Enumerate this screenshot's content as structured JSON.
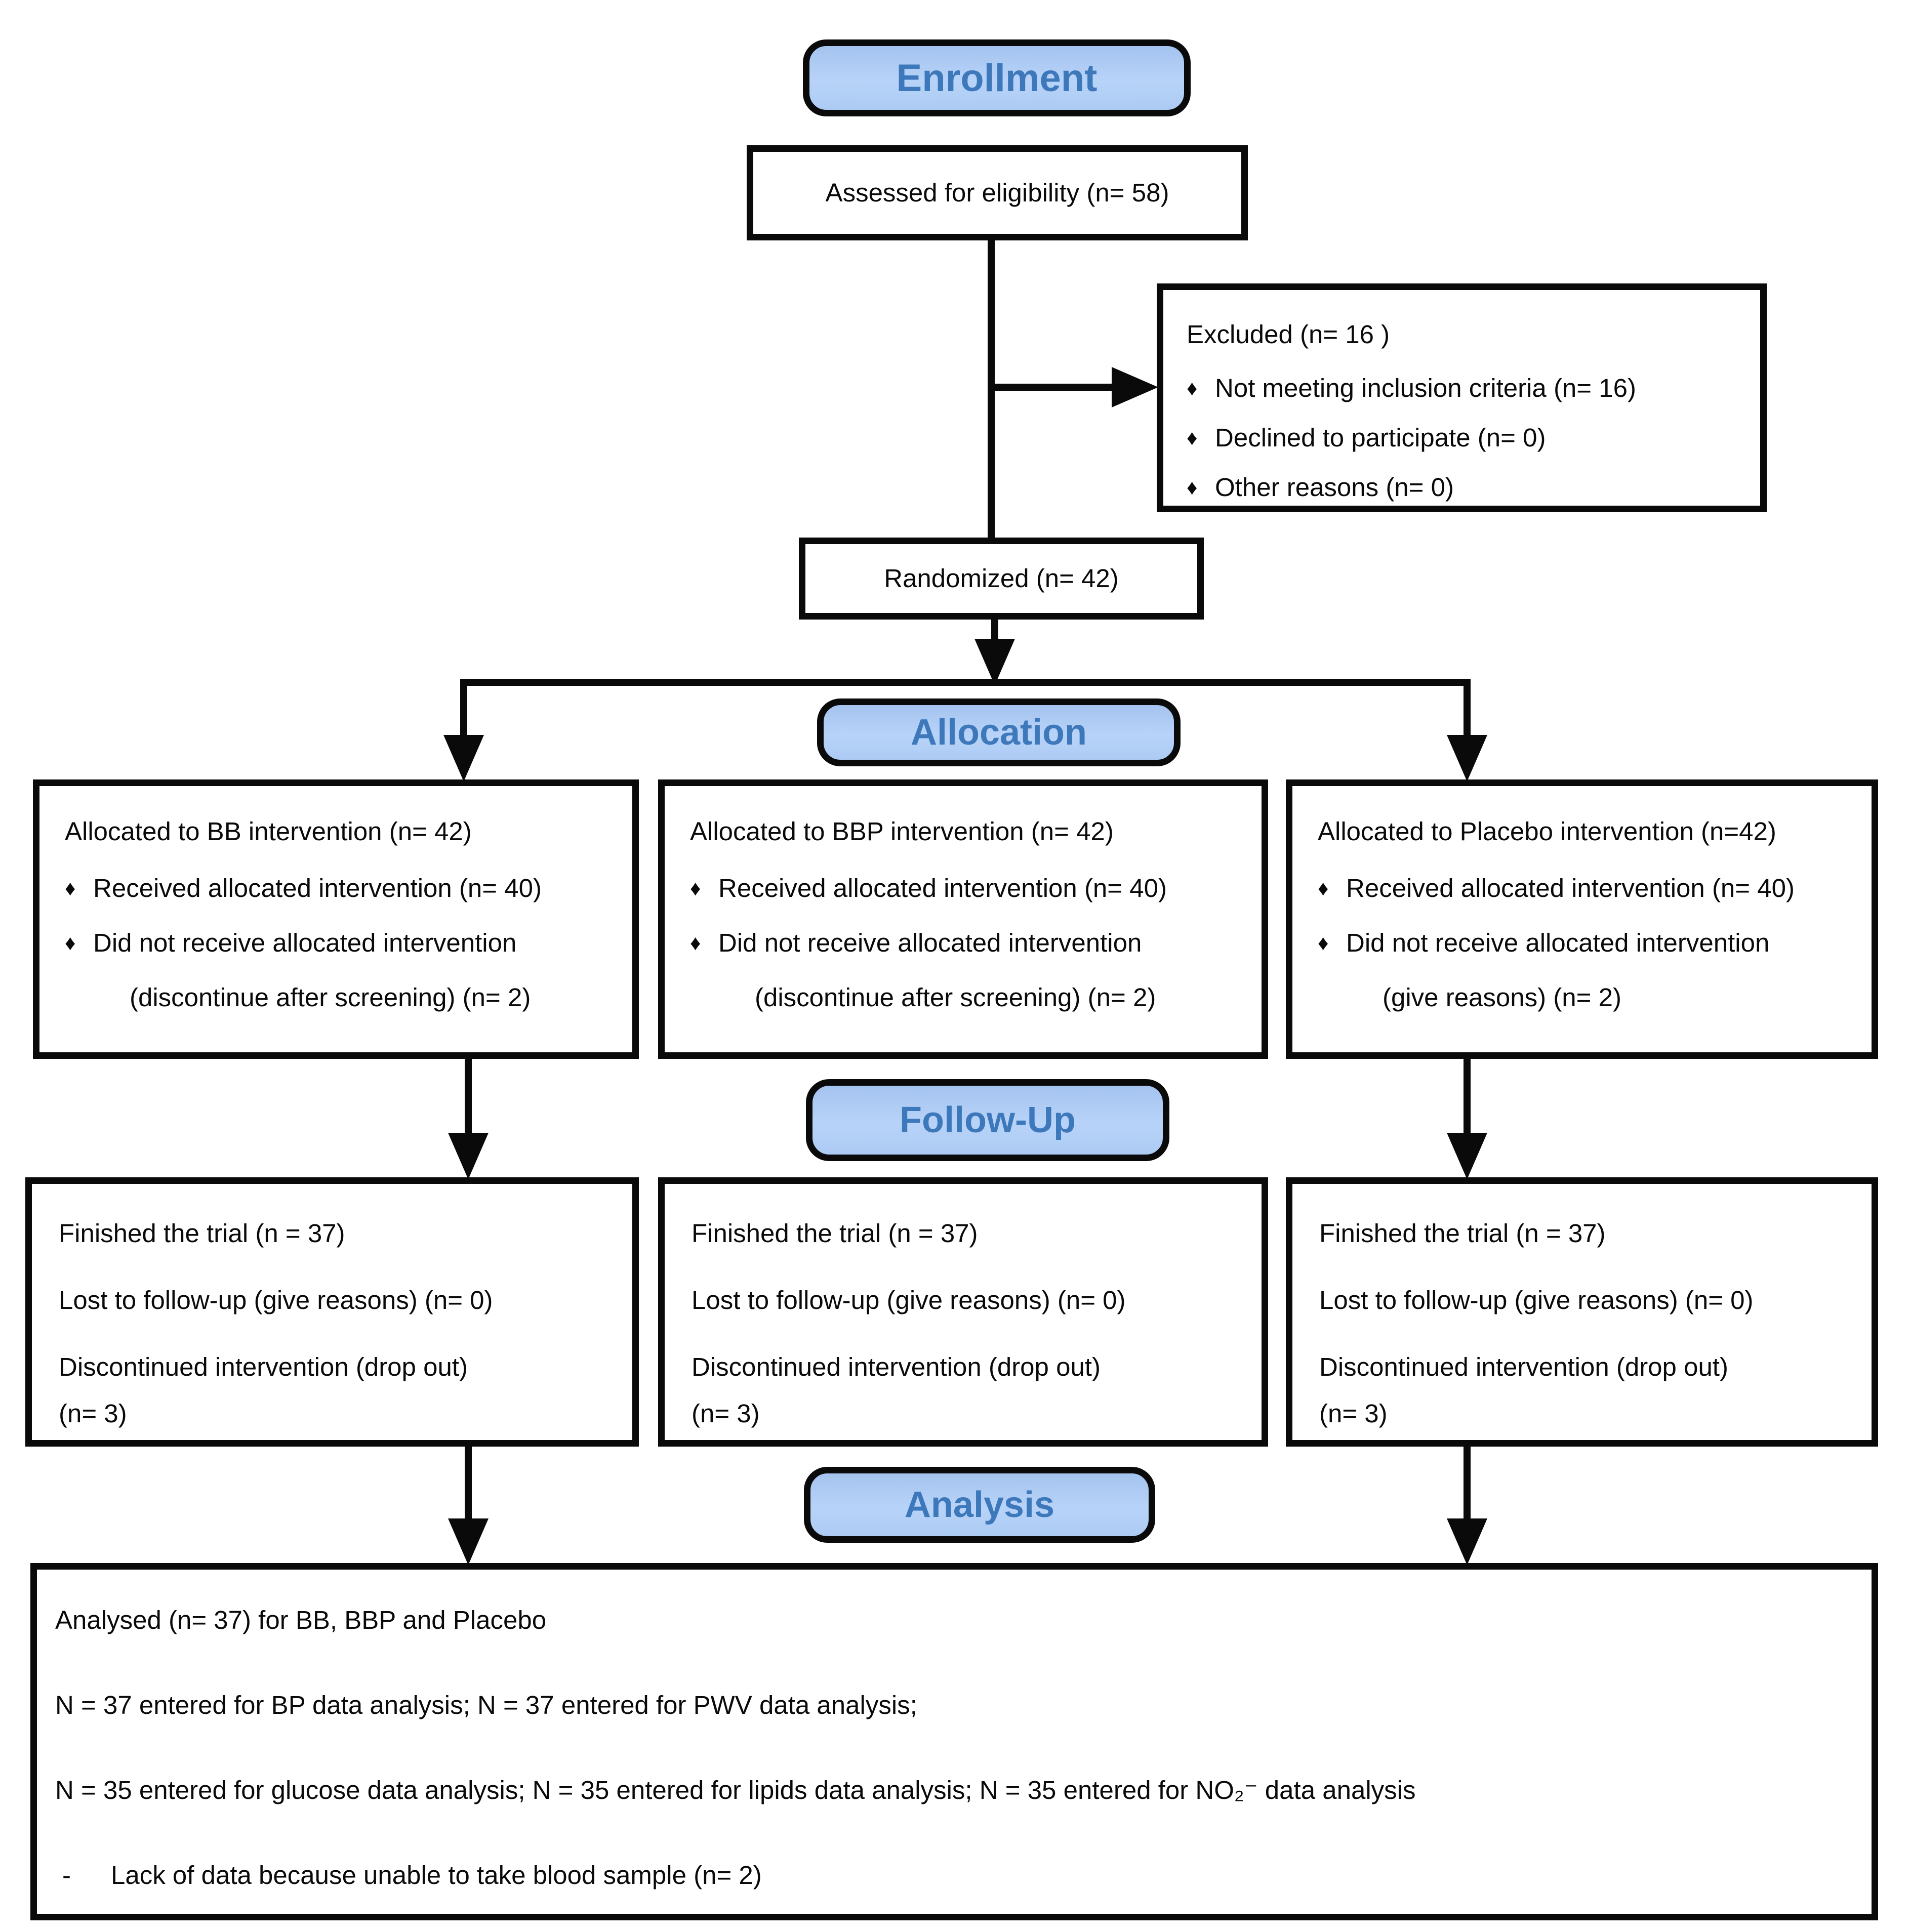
{
  "glyphs": {
    "bullet": "♦"
  },
  "colors": {
    "banner_fill_top": "#a4c3ef",
    "banner_fill_bottom": "#accbf4",
    "banner_text": "#3d78ba",
    "line": "#0a0a0a",
    "box_background": "#ffffff"
  },
  "banners": {
    "enrollment": "Enrollment",
    "allocation": "Allocation",
    "follow_up": "Follow-Up",
    "analysis": "Analysis"
  },
  "boxes": {
    "assessed": {
      "text": "Assessed for eligibility (n= 58)"
    },
    "excluded": {
      "title": "Excluded  (n= 16 )",
      "bullets": [
        "Not meeting inclusion criteria (n= 16)",
        "Declined to participate (n= 0)",
        "Other reasons (n= 0)"
      ]
    },
    "randomized": {
      "text": "Randomized (n= 42)"
    },
    "allocation": [
      {
        "title": "Allocated to BB intervention (n= 42)",
        "bullet1": "Received allocated intervention (n= 40)",
        "bullet2": "Did not receive allocated intervention",
        "bullet2_cont": "(discontinue after screening) (n= 2)"
      },
      {
        "title": "Allocated to BBP intervention (n= 42)",
        "bullet1": "Received allocated intervention (n= 40)",
        "bullet2": "Did not receive allocated intervention",
        "bullet2_cont": "(discontinue after screening) (n= 2)"
      },
      {
        "title": "Allocated to Placebo intervention (n=42)",
        "bullet1": "Received allocated intervention (n= 40)",
        "bullet2": "Did not receive allocated intervention",
        "bullet2_cont": "(give reasons) (n= 2)"
      }
    ],
    "follow_up": [
      {
        "line1": "Finished the trial (n = 37)",
        "line2": "Lost to follow-up (give reasons) (n= 0)",
        "line3": "Discontinued intervention (drop out)",
        "line4": "(n= 3)"
      },
      {
        "line1": "Finished the trial (n = 37)",
        "line2": "Lost to follow-up (give reasons) (n= 0)",
        "line3": "Discontinued intervention (drop out)",
        "line4": "(n= 3)"
      },
      {
        "line1": "Finished the trial (n = 37)",
        "line2": "Lost to follow-up (give reasons) (n= 0)",
        "line3": "Discontinued intervention (drop out)",
        "line4": "(n= 3)"
      }
    ],
    "analysis": {
      "line1": "Analysed  (n= 37) for BB, BBP and Placebo",
      "line2": "N = 37 entered for BP data analysis; N = 37 entered for PWV data analysis;",
      "line3": "N = 35 entered for glucose data analysis; N = 35 entered for lipids data analysis; N = 35 entered for NO₂⁻ data analysis",
      "line4_dash": "-",
      "line4": "Lack of data because unable to take blood sample (n= 2)"
    }
  }
}
